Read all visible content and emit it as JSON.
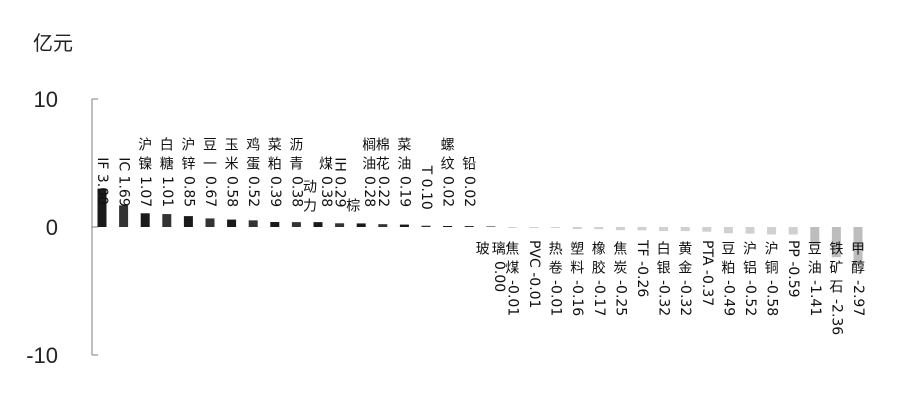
{
  "chart_data": {
    "type": "bar",
    "ylabel": "亿元",
    "ylim": [
      -10,
      10
    ],
    "yticks": [
      10,
      0,
      -10
    ],
    "grid": false,
    "legend": "none",
    "categories": [
      "IF",
      "IC",
      "沪镍",
      "白糖",
      "沪锌",
      "豆一",
      "玉米",
      "鸡蛋",
      "菜粕",
      "沥青",
      "动力煤",
      "IH",
      "棕榈油",
      "棉花",
      "菜油",
      "T",
      "螺纹",
      "铅",
      "玻璃",
      "焦煤",
      "PVC",
      "热卷",
      "塑料",
      "橡胶",
      "焦炭",
      "TF",
      "白银",
      "黄金",
      "PTA",
      "豆粕",
      "沪铝",
      "沪铜",
      "PP",
      "豆油",
      "铁矿石",
      "甲醇"
    ],
    "value_labels": [
      "3.00",
      "1.69",
      "1.07",
      "1.01",
      "0.85",
      "0.67",
      "0.58",
      "0.52",
      "0.39",
      "0.38",
      "0.38",
      "0.29",
      "0.28",
      "0.22",
      "0.19",
      "0.10",
      "0.02",
      "0.02",
      "0.00",
      "-0.01",
      "-0.01",
      "-0.01",
      "-0.16",
      "-0.17",
      "-0.25",
      "-0.26",
      "-0.32",
      "-0.32",
      "-0.37",
      "-0.49",
      "-0.52",
      "-0.58",
      "-0.59",
      "-1.41",
      "-2.36",
      "-2.97"
    ],
    "values": [
      3.0,
      1.69,
      1.07,
      1.01,
      0.85,
      0.67,
      0.58,
      0.52,
      0.39,
      0.38,
      0.38,
      0.29,
      0.28,
      0.22,
      0.19,
      0.1,
      0.02,
      0.02,
      0.0,
      -0.01,
      -0.01,
      -0.01,
      -0.16,
      -0.17,
      -0.25,
      -0.26,
      -0.32,
      -0.32,
      -0.37,
      -0.49,
      -0.52,
      -0.58,
      -0.59,
      -1.41,
      -2.36,
      -2.97
    ],
    "colors": {
      "positive_dark": "#1a1a1a",
      "positive_mid": "#333333",
      "negative_light": "#d0d0d0",
      "negative_mid": "#bdbdbd",
      "axis": "#7f7f7f"
    }
  }
}
